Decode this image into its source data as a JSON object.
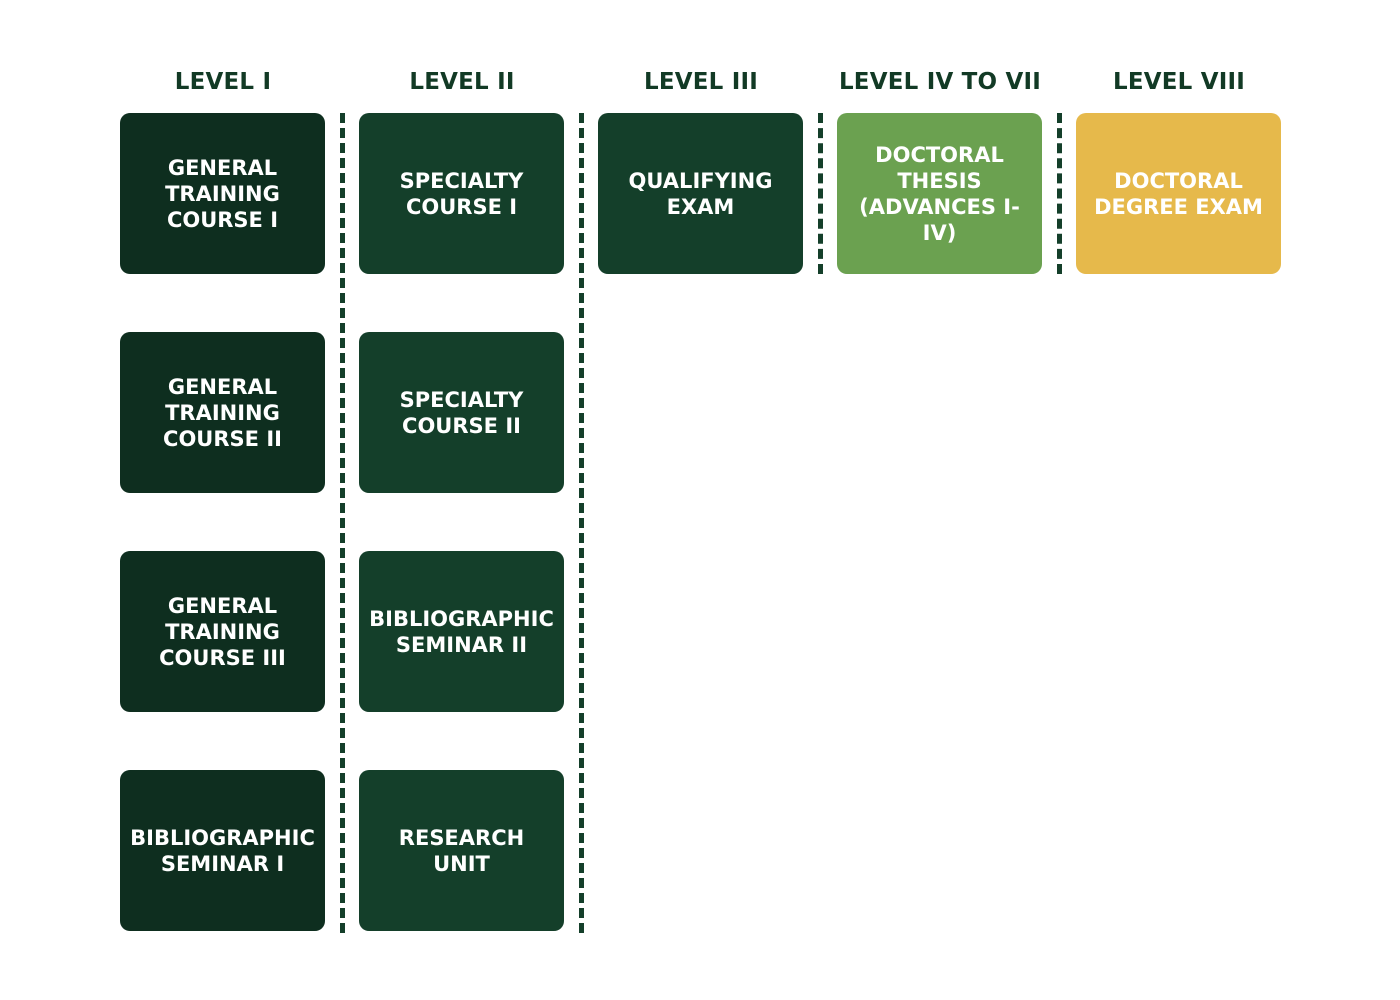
{
  "colors": {
    "level_i": "#0e2e1f",
    "level_ii_iii": "#143f2a",
    "level_iv_vii": "#6ba150",
    "level_viii": "#e6b94b",
    "header_text": "#123a25",
    "divider": "#143f2a"
  },
  "levels": [
    {
      "title": "LEVEL I"
    },
    {
      "title": "LEVEL II"
    },
    {
      "title": "LEVEL III"
    },
    {
      "title": "LEVEL IV TO VII"
    },
    {
      "title": "LEVEL VIII"
    }
  ],
  "level_i": {
    "items": [
      {
        "label": "GENERAL\nTRAINING\nCOURSE I"
      },
      {
        "label": "GENERAL\nTRAINING\nCOURSE II"
      },
      {
        "label": "GENERAL\nTRAINING\nCOURSE III"
      },
      {
        "label": "BIBLIOGRAPHIC\nSEMINAR I"
      }
    ]
  },
  "level_ii": {
    "items": [
      {
        "label": "SPECIALTY\nCOURSE I"
      },
      {
        "label": "SPECIALTY\nCOURSE II"
      },
      {
        "label": "BIBLIOGRAPHIC\nSEMINAR II"
      },
      {
        "label": "RESEARCH\nUNIT"
      }
    ]
  },
  "level_iii": {
    "items": [
      {
        "label": "QUALIFYING\nEXAM"
      }
    ]
  },
  "level_iv_vii": {
    "items": [
      {
        "label": "DOCTORAL\nTHESIS\n(ADVANCES I-IV)"
      }
    ]
  },
  "level_viii": {
    "items": [
      {
        "label": "DOCTORAL\nDEGREE EXAM"
      }
    ]
  }
}
